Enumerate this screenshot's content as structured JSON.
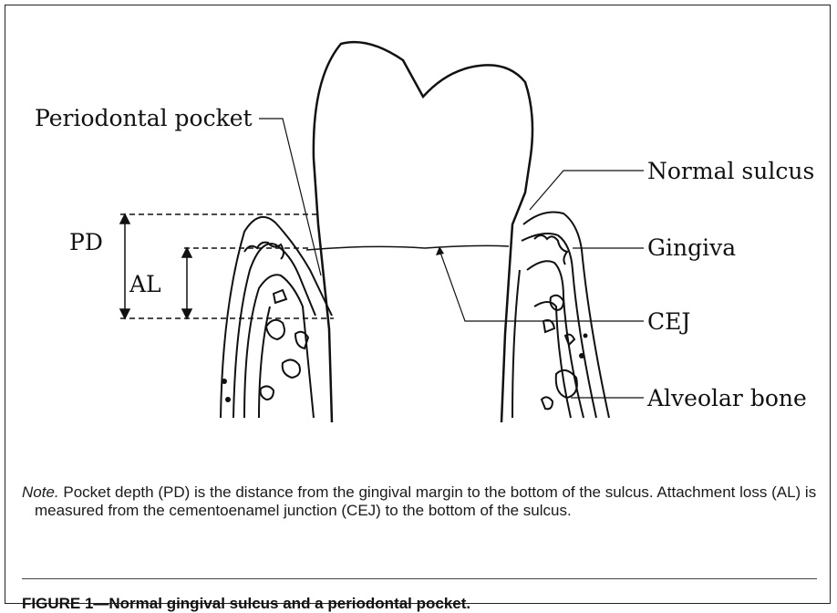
{
  "diagram": {
    "labels": {
      "periodontal_pocket": "Periodontal pocket",
      "normal_sulcus": "Normal sulcus",
      "pd": "PD",
      "al": "AL",
      "gingiva": "Gingiva",
      "cej": "CEJ",
      "alveolar_bone": "Alveolar bone"
    }
  },
  "note": {
    "prefix": "Note.",
    "text": " Pocket depth (PD) is the distance from the gingival margin to the bottom of the sulcus. Attachment loss (AL) is measured from the cementoenamel junction (CEJ) to the bottom of the sulcus."
  },
  "caption": "FIGURE 1—Normal gingival sulcus and a periodontal pocket."
}
